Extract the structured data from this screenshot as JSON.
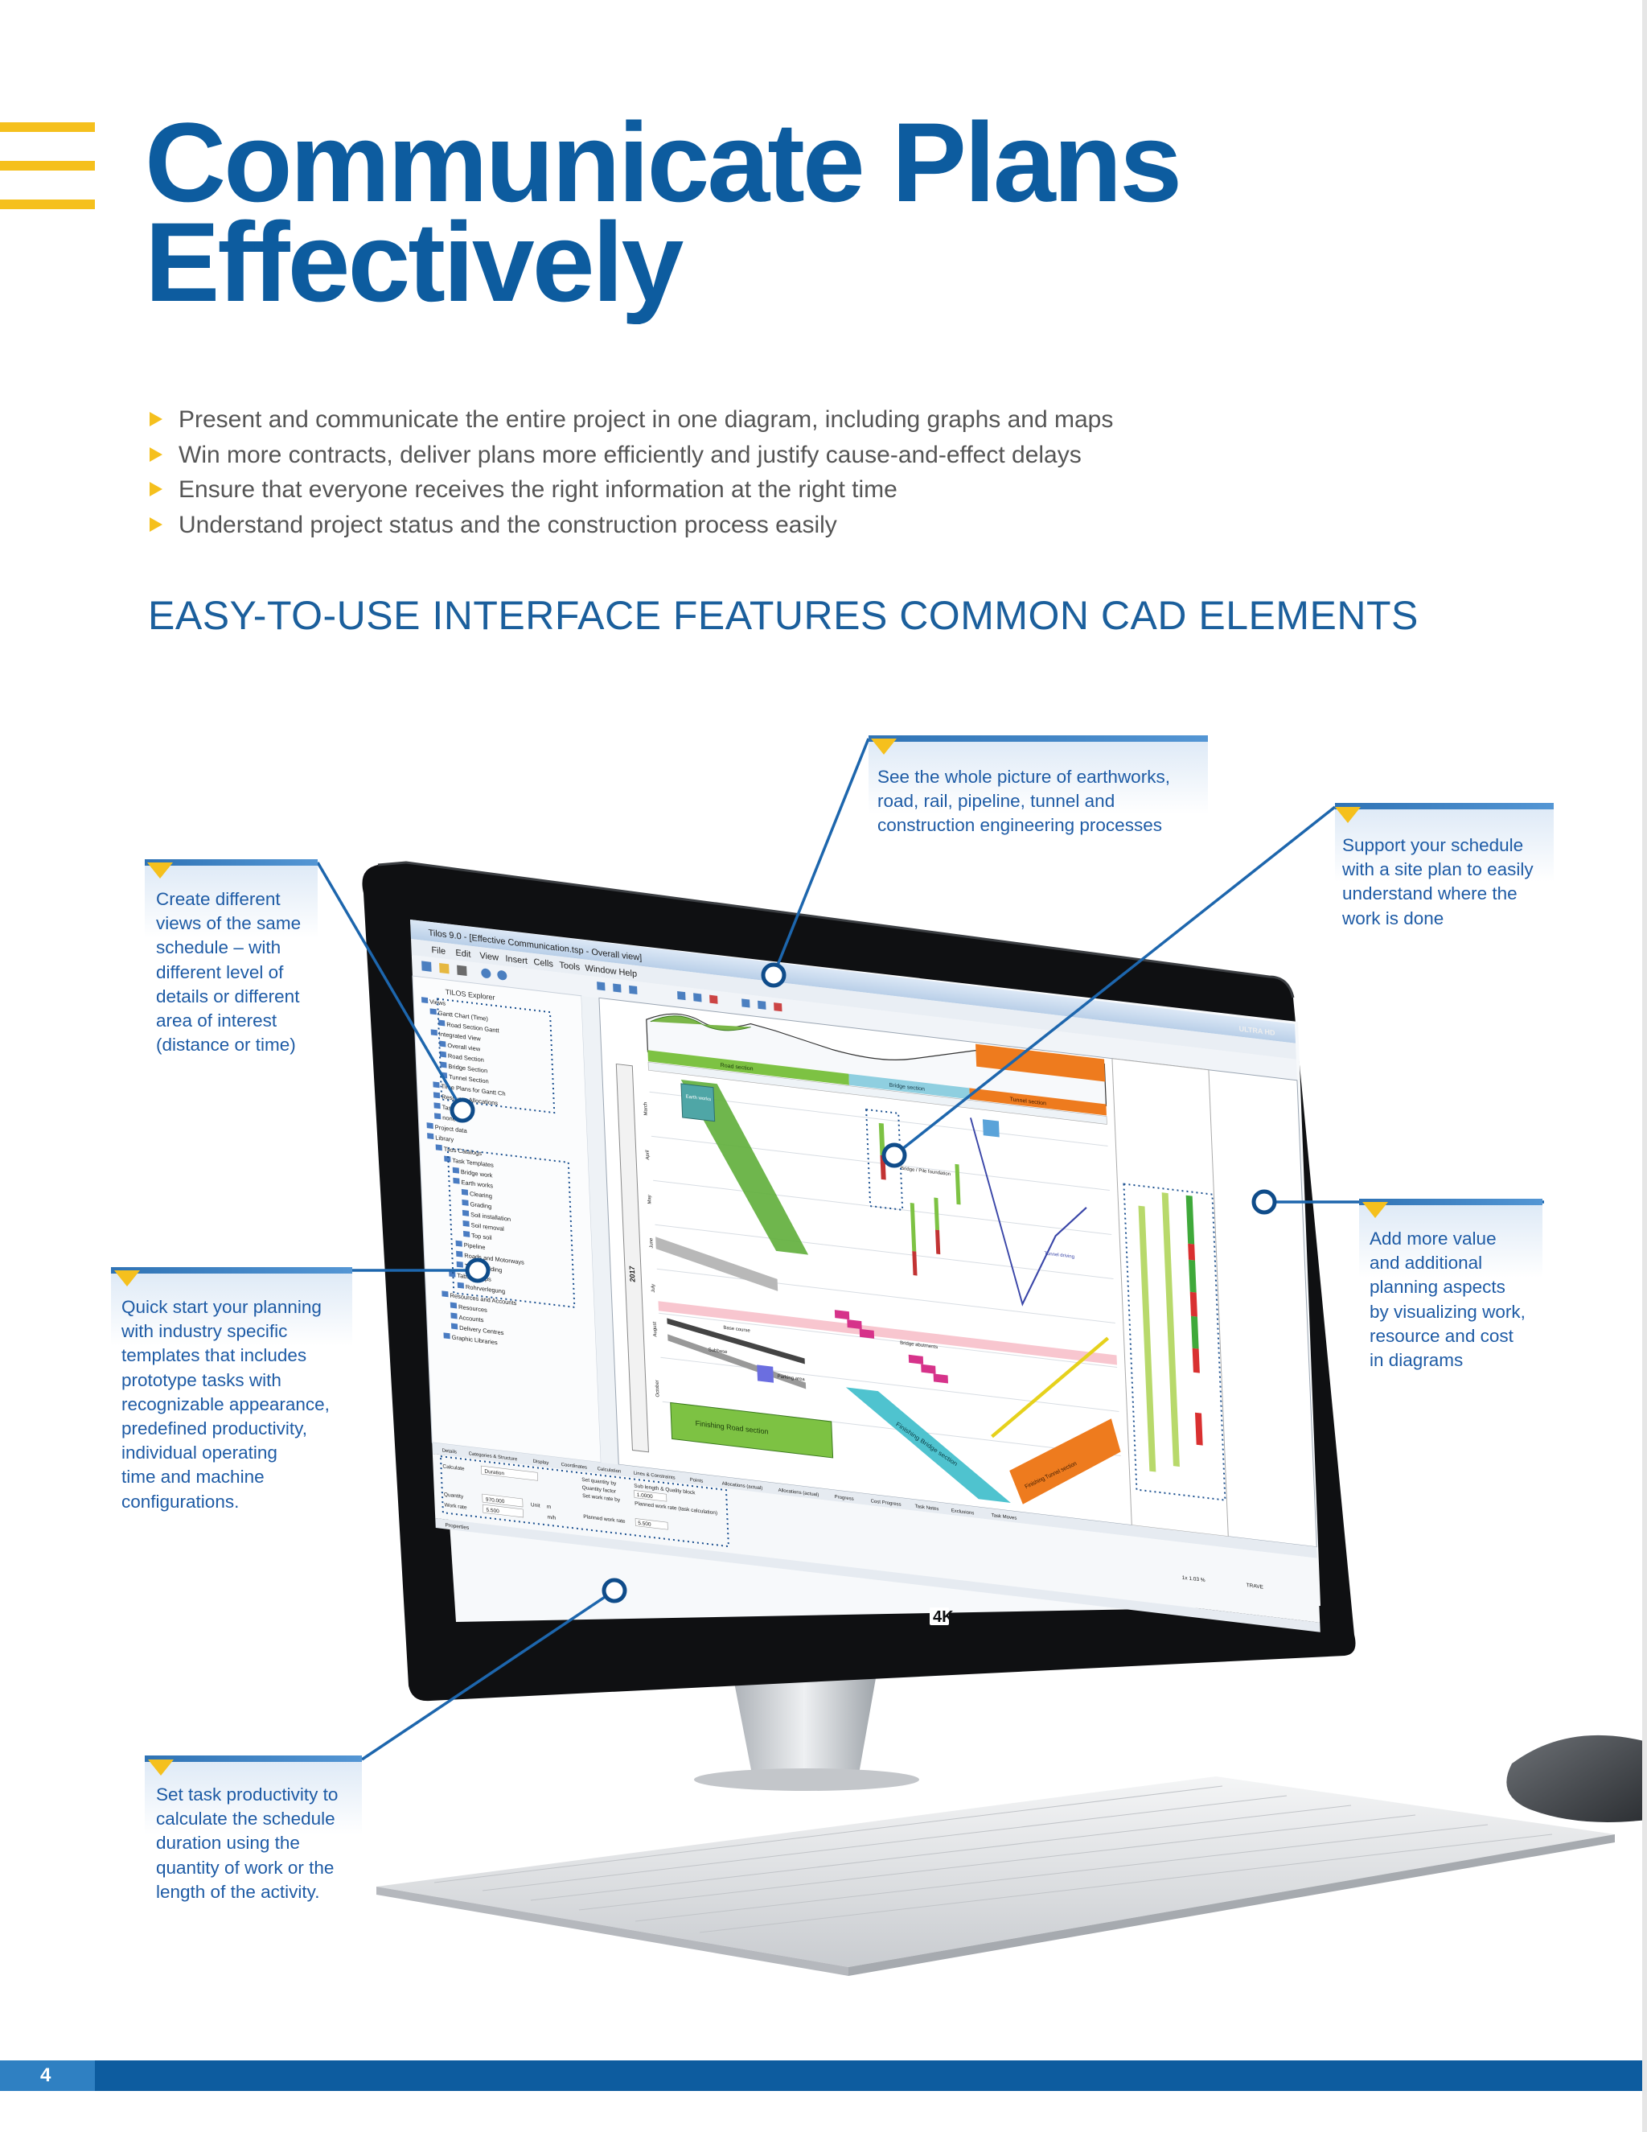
{
  "page": {
    "title_line1": "Communicate Plans",
    "title_line2": "Effectively",
    "bullets": [
      "Present and communicate the entire project in one diagram, including graphs and maps",
      "Win more contracts, deliver plans more efficiently and justify cause-and-effect delays",
      "Ensure that everyone receives the right information at the right time",
      "Understand project status and the construction process easily"
    ],
    "subheading": "EASY-TO-USE INTERFACE FEATURES COMMON CAD ELEMENTS",
    "page_number": "4"
  },
  "callouts": {
    "views": [
      "Create different",
      "views of the same",
      "schedule – with",
      "different level of",
      "details or different",
      "area of interest",
      "(distance or time)"
    ],
    "whole_picture": [
      "See the whole picture of earthworks,",
      "road, rail, pipeline, tunnel and",
      "construction engineering processes"
    ],
    "site_plan": [
      "Support your schedule",
      "with a site plan to easily",
      "understand where the",
      "work is done"
    ],
    "templates": [
      "Quick start your planning",
      "with industry specific",
      "templates that includes",
      "prototype tasks with",
      "recognizable appearance,",
      "predefined productivity,",
      "individual operating",
      "time and machine",
      "configurations."
    ],
    "value": [
      "Add more value",
      "and additional",
      "planning aspects",
      "by visualizing work,",
      "resource and cost",
      "in diagrams"
    ],
    "productivity": [
      "Set task productivity to",
      "calculate the schedule",
      "duration using the",
      "quantity of work or the",
      "length of the activity."
    ]
  },
  "screen": {
    "window_title": "Tilos 9.0 - [Effective Communication.tsp - Overall view]",
    "menu": [
      "File",
      "Edit",
      "View",
      "Insert",
      "Cells",
      "Tools",
      "Window",
      "Help"
    ],
    "monitor_brand": "ULTRA HD",
    "monitor_logo": "4K",
    "explorer_title": "TILOS Explorer",
    "tree": [
      "Views",
      "Gantt Chart (Time)",
      "Road Section Gantt",
      "Integrated View",
      "Overall view",
      "Road Section",
      "Bridge Section",
      "Tunnel Section",
      "Time Plans for Gantt Ch",
      "Resource Allocations",
      "Task Lists",
      "none",
      "Project data",
      "Library",
      "Tilos Catalogs",
      "Task Templates",
      "Bridge work",
      "Earth works",
      "Clearing",
      "Grading",
      "Soil installation",
      "Soil removal",
      "Top soil",
      "Pipeline",
      "Roads and Motorways",
      "Track building",
      "Tabs Groups",
      "Rohrverlegung",
      "Resources and Accounts",
      "Resources",
      "Accounts",
      "Delivery Centres",
      "Graphic Libraries"
    ],
    "sections": [
      "Road section",
      "Bridge section",
      "Tunnel section"
    ],
    "tasks": [
      "Earth works",
      "Bridge / Pile foundation",
      "Tunnel driving",
      "Bridge abutments",
      "Base course",
      "Finishing Road section",
      "Finishing Bridge section",
      "Finishing Tunnel section",
      "Parking area",
      "Subbase"
    ],
    "year": "2017",
    "months": [
      "March",
      "April",
      "May",
      "June",
      "July",
      "August",
      "October"
    ],
    "props_tabs": [
      "Details",
      "Categories & Structure",
      "Display",
      "Coordinates",
      "Calculation",
      "Lines & Constraints",
      "Points",
      "Allocations (actual)",
      "Allocations (actual)",
      "Progress",
      "Cost Progress",
      "Task Notes",
      "Exclusions",
      "Task Moves"
    ],
    "props": {
      "calculate_label": "Calculate",
      "calculate_value": "Duration",
      "set_quantity": "Set quantity by",
      "quantity_factor": "Quantity factor",
      "set_work_rate": "Set work rate by",
      "sub_length": "Sub length & Quality block",
      "factor_value": "1.0000",
      "planned_rate_label": "Planned work rate (task calculation)",
      "quantity_label": "Quantity",
      "quantity_value": "970.000",
      "work_rate_label": "Work rate",
      "work_rate_value": "5.500",
      "unit_label": "Unit",
      "unit_value": "m",
      "unit2_value": "m/h",
      "planned_label": "Planned work rate",
      "planned_value": "5.500"
    },
    "status_zoom": "1x 1.03 %",
    "status_extra": "TRAVE",
    "props_button": "Properties"
  }
}
